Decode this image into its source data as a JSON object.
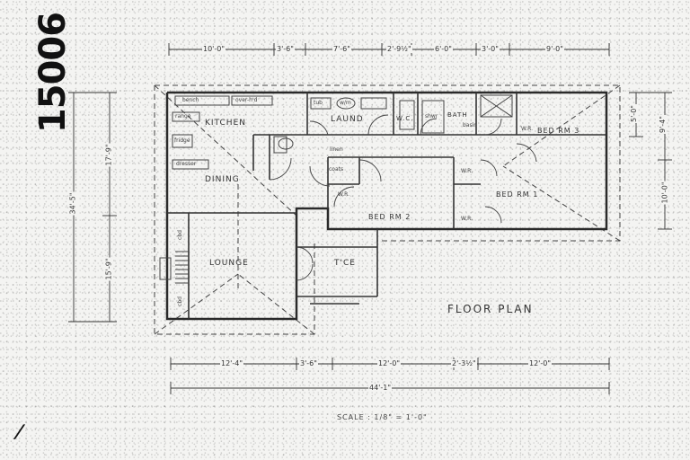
{
  "drawing": {
    "title": "FLOOR PLAN",
    "scale": "SCALE : 1/8\" = 1'-0\"",
    "reference_number": "15006",
    "margin_mark": "/",
    "colors": {
      "paper": "#f4f4f2",
      "ink": "#2a2a2a"
    }
  },
  "rooms": [
    {
      "name": "KITCHEN"
    },
    {
      "name": "DINING"
    },
    {
      "name": "LOUNGE"
    },
    {
      "name": "LAUND"
    },
    {
      "name": "W.C."
    },
    {
      "name": "BATH"
    },
    {
      "name": "BED RM 3"
    },
    {
      "name": "BED RM 2"
    },
    {
      "name": "BED RM 1"
    },
    {
      "name": "T'CE"
    }
  ],
  "fixtures": {
    "bench": "bench",
    "overhead": "over-h'd",
    "range": "range",
    "fridge": "fridge",
    "dresser": "dresser",
    "linen": "linen",
    "coats": "coats",
    "trough": "tub",
    "washer": "w/m",
    "shower": "shwr",
    "basin": "basin",
    "wardrobe_2": "W.R.",
    "wardrobe_1a": "W.R.",
    "wardrobe_1b": "W.R.",
    "wardrobe_3": "W.R.",
    "closet_a": "cbd",
    "closet_b": "cbd"
  },
  "dimensions": {
    "top": [
      "10'-0\"",
      "3'-6\"",
      "7'-6\"",
      "2'-9½\"",
      "6'-0\"",
      "3'-0\"",
      "9'-0\""
    ],
    "bottom": [
      "12'-4\"",
      "3'-6\"",
      "12'-0\"",
      "2'-3½\"",
      "12'-0\""
    ],
    "bottom_total": "44'-1\"",
    "left_total": "34'-5\"",
    "left": [
      "17'-9\"",
      "15'-9\""
    ],
    "right": [
      "5'-0\"",
      "9'-4\"",
      "10'-0\""
    ]
  }
}
